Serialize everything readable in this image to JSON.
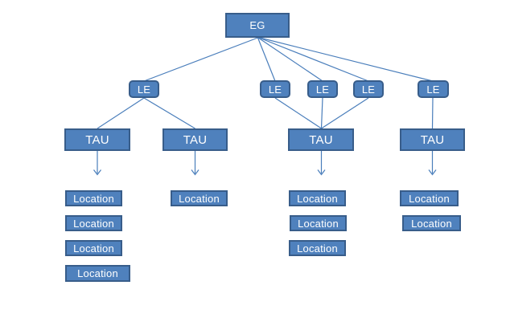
{
  "colors": {
    "background": "#ffffff",
    "node_fill": "#4f81bd",
    "node_border": "#385d8a",
    "connector": "#4a7ebb",
    "text_color": "#ffffff"
  },
  "nodes": {
    "eg": {
      "label": "EG"
    },
    "le": [
      {
        "label": "LE"
      },
      {
        "label": "LE"
      },
      {
        "label": "LE"
      },
      {
        "label": "LE"
      },
      {
        "label": "LE"
      }
    ],
    "tau": [
      {
        "label": "TAU"
      },
      {
        "label": "TAU"
      },
      {
        "label": "TAU"
      },
      {
        "label": "TAU"
      }
    ],
    "locations": [
      {
        "label": "Location"
      },
      {
        "label": "Location"
      },
      {
        "label": "Location"
      },
      {
        "label": "Location"
      },
      {
        "label": "Location"
      },
      {
        "label": "Location"
      },
      {
        "label": "Location"
      },
      {
        "label": "Location"
      },
      {
        "label": "Location"
      },
      {
        "label": "Location"
      }
    ]
  },
  "edges": {
    "eg_to": [
      "le-1",
      "le-2",
      "le-3",
      "le-4",
      "le-5"
    ],
    "le-1_to": [
      "tau-1",
      "tau-2"
    ],
    "le-2_to": [
      "tau-3"
    ],
    "le-3_to": [
      "tau-3"
    ],
    "le-4_to": [
      "tau-3"
    ],
    "le-5_to": [
      "tau-4"
    ],
    "tau-1_arrow_to": [
      "location-1",
      "location-2",
      "location-3",
      "location-4"
    ],
    "tau-2_arrow_to": [
      "location-5"
    ],
    "tau-3_arrow_to": [
      "location-6",
      "location-7",
      "location-8"
    ],
    "tau-4_arrow_to": [
      "location-9",
      "location-10"
    ]
  }
}
